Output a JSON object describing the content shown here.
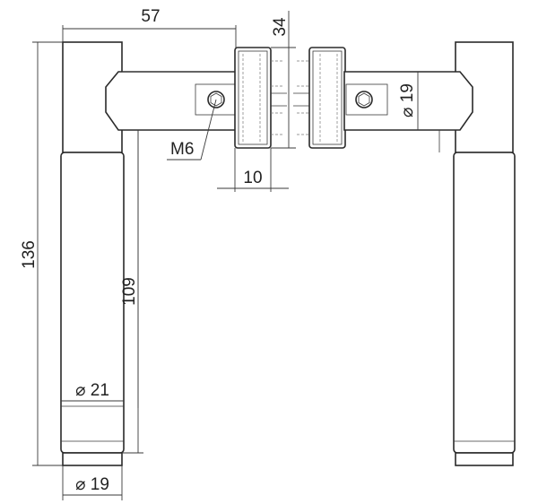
{
  "dimensions": {
    "width_top": "57",
    "rose_thickness": "34",
    "screw": "M6",
    "rose_depth": "10",
    "overall_height": "136",
    "grip_length": "109",
    "grip_diameter": "⌀ 21",
    "end_diameter": "⌀ 19",
    "neck_diameter": "⌀ 19"
  },
  "colors": {
    "line": "#2a2a2a",
    "background": "#ffffff"
  }
}
